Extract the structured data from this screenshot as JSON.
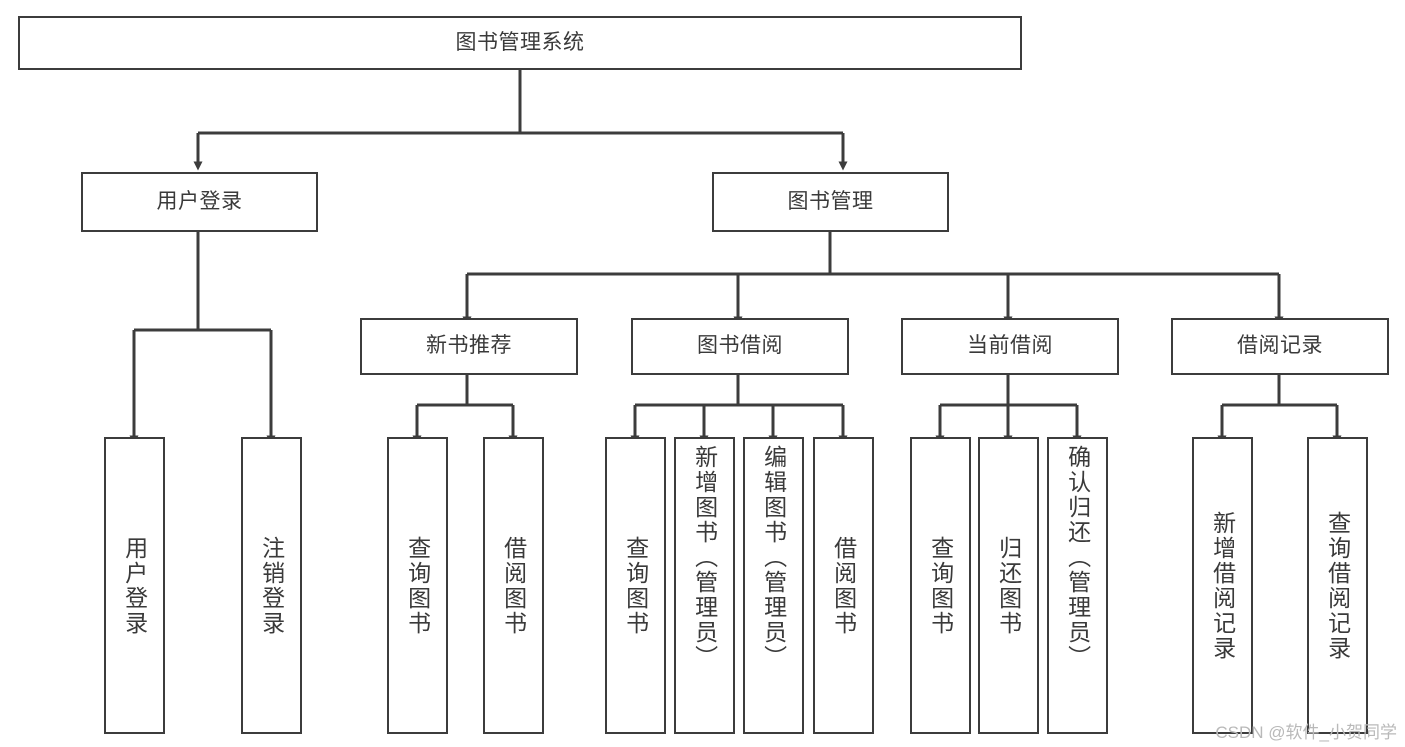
{
  "diagram": {
    "type": "tree",
    "title": "图书管理系统",
    "colors": {
      "border": "#3c3c3c",
      "text": "#3a3a3a",
      "background": "#ffffff",
      "edge": "#3c3c3c",
      "watermark": "#b9b9b9"
    },
    "root": {
      "id": "root",
      "label": "图书管理系统",
      "orientation": "horizontal"
    },
    "level2": [
      {
        "id": "user-login",
        "label": "用户登录",
        "orientation": "horizontal"
      },
      {
        "id": "book-management",
        "label": "图书管理",
        "orientation": "horizontal"
      }
    ],
    "level3": [
      {
        "id": "new-book-recommend",
        "label": "新书推荐",
        "orientation": "horizontal",
        "parent": "book-management"
      },
      {
        "id": "book-borrow",
        "label": "图书借阅",
        "orientation": "horizontal",
        "parent": "book-management"
      },
      {
        "id": "current-borrow",
        "label": "当前借阅",
        "orientation": "horizontal",
        "parent": "book-management"
      },
      {
        "id": "borrow-record",
        "label": "借阅记录",
        "orientation": "horizontal",
        "parent": "book-management"
      }
    ],
    "leaves": [
      {
        "id": "leaf-user-login",
        "label": "用户登录",
        "orientation": "vertical",
        "parent": "user-login"
      },
      {
        "id": "leaf-user-logout",
        "label": "注销登录",
        "orientation": "vertical",
        "parent": "user-login"
      },
      {
        "id": "leaf-query-book-1",
        "label": "查询图书",
        "orientation": "vertical",
        "parent": "new-book-recommend"
      },
      {
        "id": "leaf-borrow-book-1",
        "label": "借阅图书",
        "orientation": "vertical",
        "parent": "new-book-recommend"
      },
      {
        "id": "leaf-query-book-2",
        "label": "查询图书",
        "orientation": "vertical",
        "parent": "book-borrow"
      },
      {
        "id": "leaf-add-book",
        "label": "新增图书（管理员）",
        "orientation": "vertical",
        "parent": "book-borrow"
      },
      {
        "id": "leaf-edit-book",
        "label": "编辑图书（管理员）",
        "orientation": "vertical",
        "parent": "book-borrow"
      },
      {
        "id": "leaf-borrow-book-2",
        "label": "借阅图书",
        "orientation": "vertical",
        "parent": "book-borrow"
      },
      {
        "id": "leaf-query-book-3",
        "label": "查询图书",
        "orientation": "vertical",
        "parent": "current-borrow"
      },
      {
        "id": "leaf-return-book",
        "label": "归还图书",
        "orientation": "vertical",
        "parent": "current-borrow"
      },
      {
        "id": "leaf-confirm-return",
        "label": "确认归还（管理员）",
        "orientation": "vertical",
        "parent": "current-borrow"
      },
      {
        "id": "leaf-add-record",
        "label": "新增借阅记录",
        "orientation": "vertical",
        "parent": "borrow-record"
      },
      {
        "id": "leaf-query-record",
        "label": "查询借阅记录",
        "orientation": "vertical",
        "parent": "borrow-record"
      }
    ],
    "watermark": "CSDN @软件_小贺同学"
  }
}
